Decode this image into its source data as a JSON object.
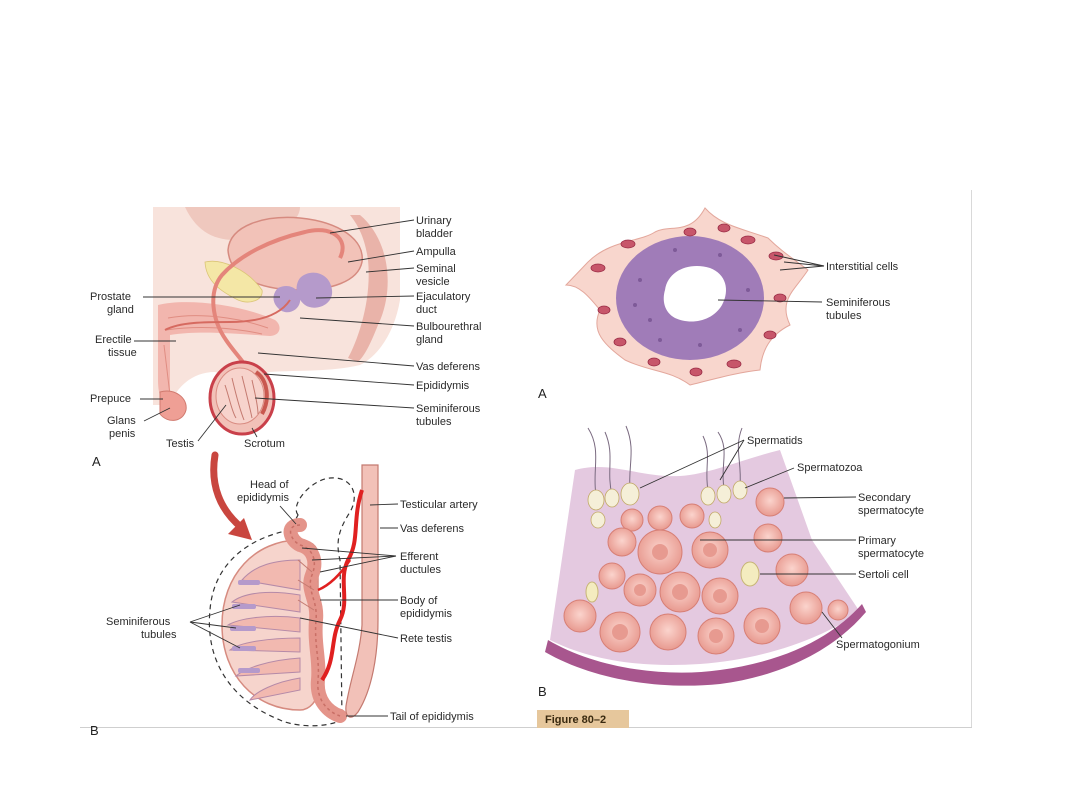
{
  "figure": {
    "caption": "Figure 80–2",
    "panels": {
      "left_top": "A",
      "left_bottom": "B",
      "right_top": "A",
      "right_bottom": "B"
    }
  },
  "anatomy_labels": {
    "urinary_bladder": [
      "Urinary",
      "bladder"
    ],
    "ampulla": [
      "Ampulla"
    ],
    "seminal_vesicle": [
      "Seminal",
      "vesicle"
    ],
    "ejaculatory_duct": [
      "Ejaculatory",
      "duct"
    ],
    "bulbourethral_gland": [
      "Bulbourethral",
      "gland"
    ],
    "vas_deferens": [
      "Vas deferens"
    ],
    "epididymis": [
      "Epididymis"
    ],
    "seminiferous_tubules": [
      "Seminiferous",
      "tubules"
    ],
    "prostate_gland": [
      "Prostate",
      "gland"
    ],
    "erectile_tissue": [
      "Erectile",
      "tissue"
    ],
    "prepuce": [
      "Prepuce"
    ],
    "glans_penis": [
      "Glans",
      "penis"
    ],
    "testis": [
      "Testis"
    ],
    "scrotum": [
      "Scrotum"
    ]
  },
  "testis_labels": {
    "head_of_epididymis": [
      "Head of",
      "epididymis"
    ],
    "testicular_artery": [
      "Testicular artery"
    ],
    "vas_deferens": [
      "Vas deferens"
    ],
    "efferent_ductules": [
      "Efferent",
      "ductules"
    ],
    "body_of_epididymis": [
      "Body of",
      "epididymis"
    ],
    "seminiferous_tubules": [
      "Seminiferous",
      "tubules"
    ],
    "rete_testis": [
      "Rete testis"
    ],
    "tail_of_epididymis": [
      "Tail of epididymis"
    ]
  },
  "tubule_labels": {
    "interstitial_cells": [
      "Interstitial cells"
    ],
    "seminiferous_tubules": [
      "Seminiferous",
      "tubules"
    ]
  },
  "epithelium_labels": {
    "spermatids": [
      "Spermatids"
    ],
    "spermatozoa": [
      "Spermatozoa"
    ],
    "secondary_spermatocyte": [
      "Secondary",
      "spermatocyte"
    ],
    "primary_spermatocyte": [
      "Primary",
      "spermatocyte"
    ],
    "sertoli_cell": [
      "Sertoli cell"
    ],
    "spermatogonium": [
      "Spermatogonium"
    ]
  },
  "colors": {
    "skin": "#f6d9cf",
    "tissue_pink": "#f2b6ae",
    "duct_red": "#d9534f",
    "artery_red": "#e02020",
    "purple": "#b59acb",
    "lumen_purple": "#a07cb8",
    "caption_bg": "#e6c79c"
  }
}
